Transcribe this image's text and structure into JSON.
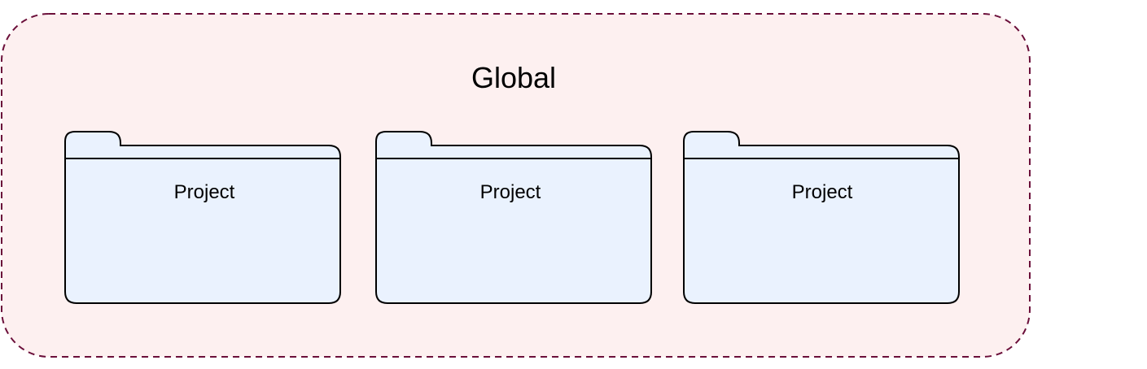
{
  "diagram": {
    "type": "nested-container",
    "colors": {
      "container_fill": "#fdf0f0",
      "container_stroke": "#6b0f3a",
      "folder_fill": "#eaf2fe",
      "folder_stroke": "#000000",
      "text": "#000000"
    },
    "container": {
      "label": "Global"
    },
    "folders": [
      {
        "label": "Project"
      },
      {
        "label": "Project"
      },
      {
        "label": "Project"
      }
    ]
  }
}
